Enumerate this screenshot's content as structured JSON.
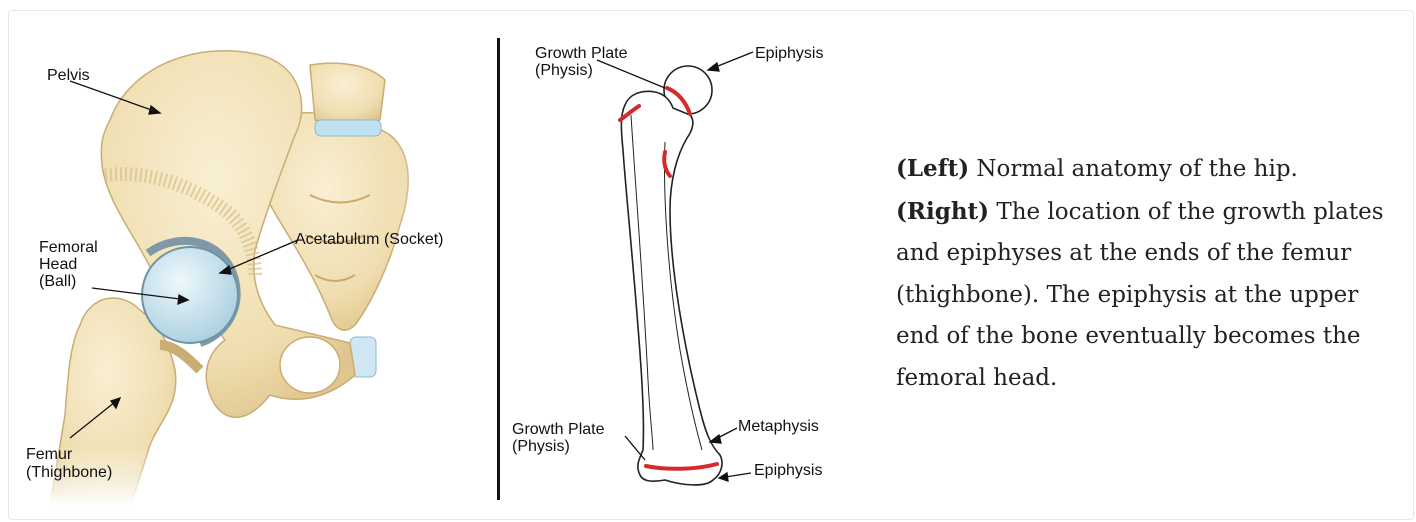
{
  "left_figure": {
    "labels": {
      "pelvis": "Pelvis",
      "acetabulum": "Acetabulum (Socket)",
      "femoral_head": [
        "Femoral",
        "Head",
        "(Ball)"
      ],
      "femur": [
        "Femur",
        "(Thighbone)"
      ]
    }
  },
  "right_figure": {
    "labels": {
      "growth_plate_top": [
        "Growth Plate",
        "(Physis)"
      ],
      "epiphysis_top": "Epiphysis",
      "growth_plate_bottom": [
        "Growth Plate",
        "(Physis)"
      ],
      "metaphysis": "Metaphysis",
      "epiphysis_bottom": "Epiphysis"
    }
  },
  "caption": {
    "left_prefix": "(Left)",
    "left_text": " Normal anatomy of the hip.",
    "right_prefix": "(Right)",
    "right_text": " The location of the growth plates and epiphyses at the ends of the femur (thighbone). The epiphysis at the upper end of the bone eventually becomes the femoral head."
  },
  "colors": {
    "bone": "#f2e3bd",
    "bone_dark": "#d8c08a",
    "cartilage": "#cfe7f2",
    "growth_plate": "#d42a2a"
  }
}
